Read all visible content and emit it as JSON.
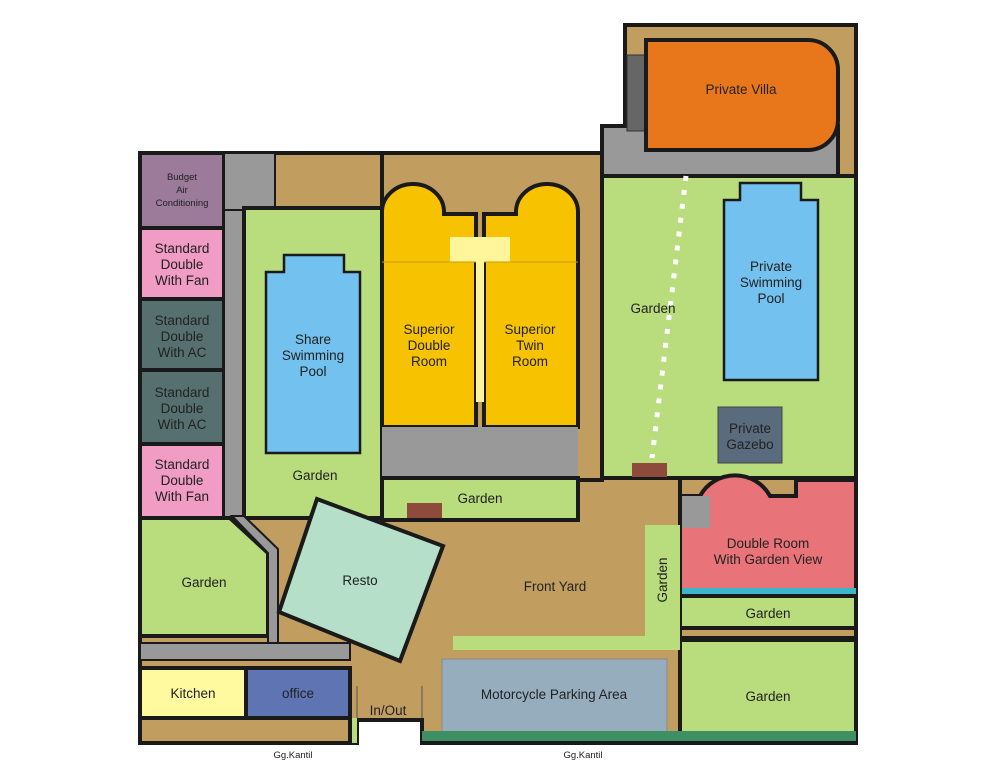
{
  "colors": {
    "tan": "#C19D60",
    "garden": "#B9DC7C",
    "path": "#999999",
    "pool": "#72C1EE",
    "superior": "#F7C300",
    "villa": "#E8761B",
    "fan": "#F09CC5",
    "ac": "#55706E",
    "budget": "#9B7A9A",
    "garden_view": "#E8747A",
    "resto": "#B5DFC8",
    "kitchen": "#FFF9A0",
    "office": "#5F74B3",
    "parking": "#96ADBD",
    "gazebo": "#5A6B7E"
  },
  "rooms": {
    "budget": [
      "Budget",
      "Air",
      "Conditioning"
    ],
    "std_fan_1": [
      "Standard",
      "Double",
      "With Fan"
    ],
    "std_ac_1": [
      "Standard",
      "Double",
      "With AC"
    ],
    "std_ac_2": [
      "Standard",
      "Double",
      "With AC"
    ],
    "std_fan_2": [
      "Standard",
      "Double",
      "With Fan"
    ],
    "share_pool": [
      "Share",
      "Swimming",
      "Pool"
    ],
    "superior_double": [
      "Superior",
      "Double",
      "Room"
    ],
    "superior_twin": [
      "Superior",
      "Twin",
      "Room"
    ],
    "private_villa": "Private Villa",
    "private_pool": [
      "Private",
      "Swimming",
      "Pool"
    ],
    "private_gazebo": [
      "Private",
      "Gazebo"
    ],
    "garden_view": [
      "Double Room",
      "With Garden View"
    ],
    "resto": "Resto",
    "front_yard": "Front Yard",
    "kitchen": "Kitchen",
    "office": "office",
    "in_out": "In/Out",
    "parking": "Motorcycle Parking Area"
  },
  "gardens": {
    "share": "Garden",
    "superior": "Garden",
    "villa": "Garden",
    "left": "Garden",
    "strip": "Garden",
    "view": "Garden",
    "bottom_right": "Garden"
  },
  "streets": [
    "Gg.Kantil",
    "Gg.Kantil"
  ]
}
